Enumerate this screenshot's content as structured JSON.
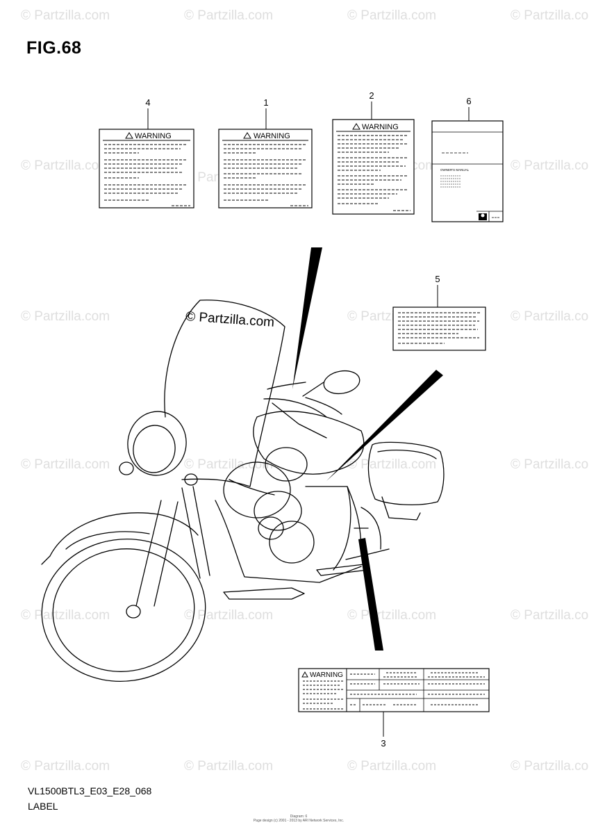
{
  "figure": {
    "title": "FIG.68",
    "code": "VL1500BTL3_E03_E28_068",
    "description": "LABEL"
  },
  "watermark": {
    "text": "© Partzilla.com",
    "highlight_text": "© Partzilla.com"
  },
  "callouts": [
    "1",
    "2",
    "3",
    "4",
    "5",
    "6"
  ],
  "labels": {
    "warning_text": "WARNING",
    "manual_title": "OWNER'S MANUAL"
  },
  "footer": {
    "line1": "Diagram: 6",
    "line2": "Page design (c) 2001 - 2013 by ARI Network Services, Inc."
  },
  "colors": {
    "line": "#000000",
    "watermark": "#dedede",
    "background": "#ffffff"
  }
}
